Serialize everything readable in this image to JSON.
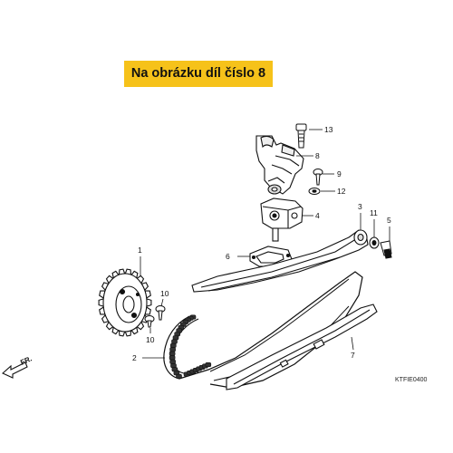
{
  "banner": {
    "text": "Na obrázku díl číslo 8",
    "color": "#f6c21a"
  },
  "callouts": [
    "1",
    "2",
    "3",
    "4",
    "5",
    "6",
    "7",
    "8",
    "9",
    "10",
    "10",
    "11",
    "12",
    "13"
  ],
  "direction_label": "FR.",
  "diagram_code": "KTFIE0400",
  "icons": [
    "front-arrow-icon"
  ]
}
